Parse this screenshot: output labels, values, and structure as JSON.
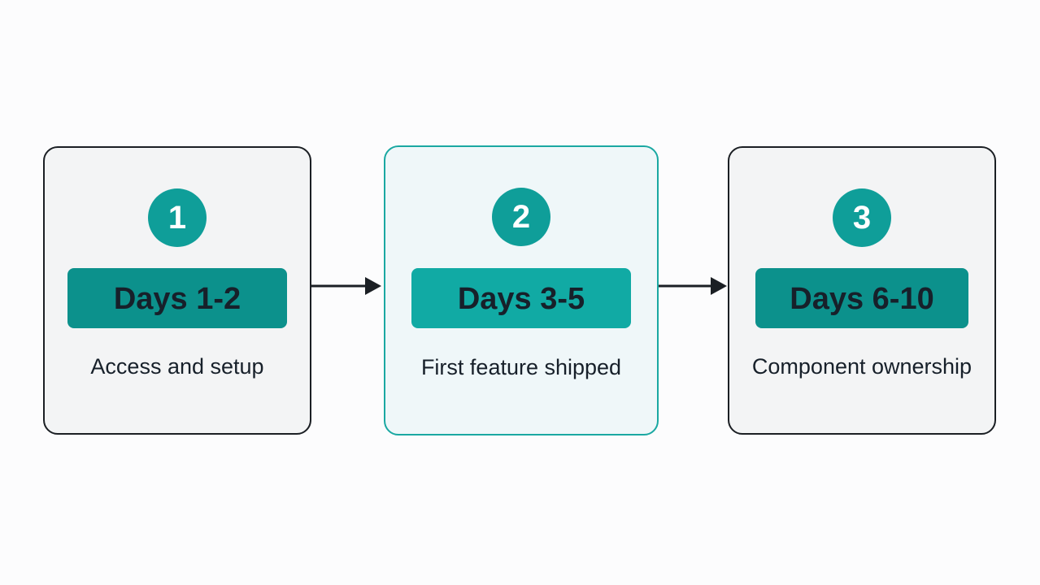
{
  "colors": {
    "accent": "#0f9e99",
    "pill_dark": "#0c918c",
    "pill_light": "#11aaa4",
    "highlight_border": "#1aa8a2",
    "highlight_fill": "#eff7f9",
    "card_border": "#1b1f24",
    "arrow": "#1b1f24"
  },
  "steps": [
    {
      "number": "1",
      "days": "Days 1-2",
      "caption": "Access and setup",
      "highlighted": false
    },
    {
      "number": "2",
      "days": "Days 3-5",
      "caption": "First feature shipped",
      "highlighted": true
    },
    {
      "number": "3",
      "days": "Days 6-10",
      "caption": "Component ownership",
      "highlighted": false
    }
  ]
}
